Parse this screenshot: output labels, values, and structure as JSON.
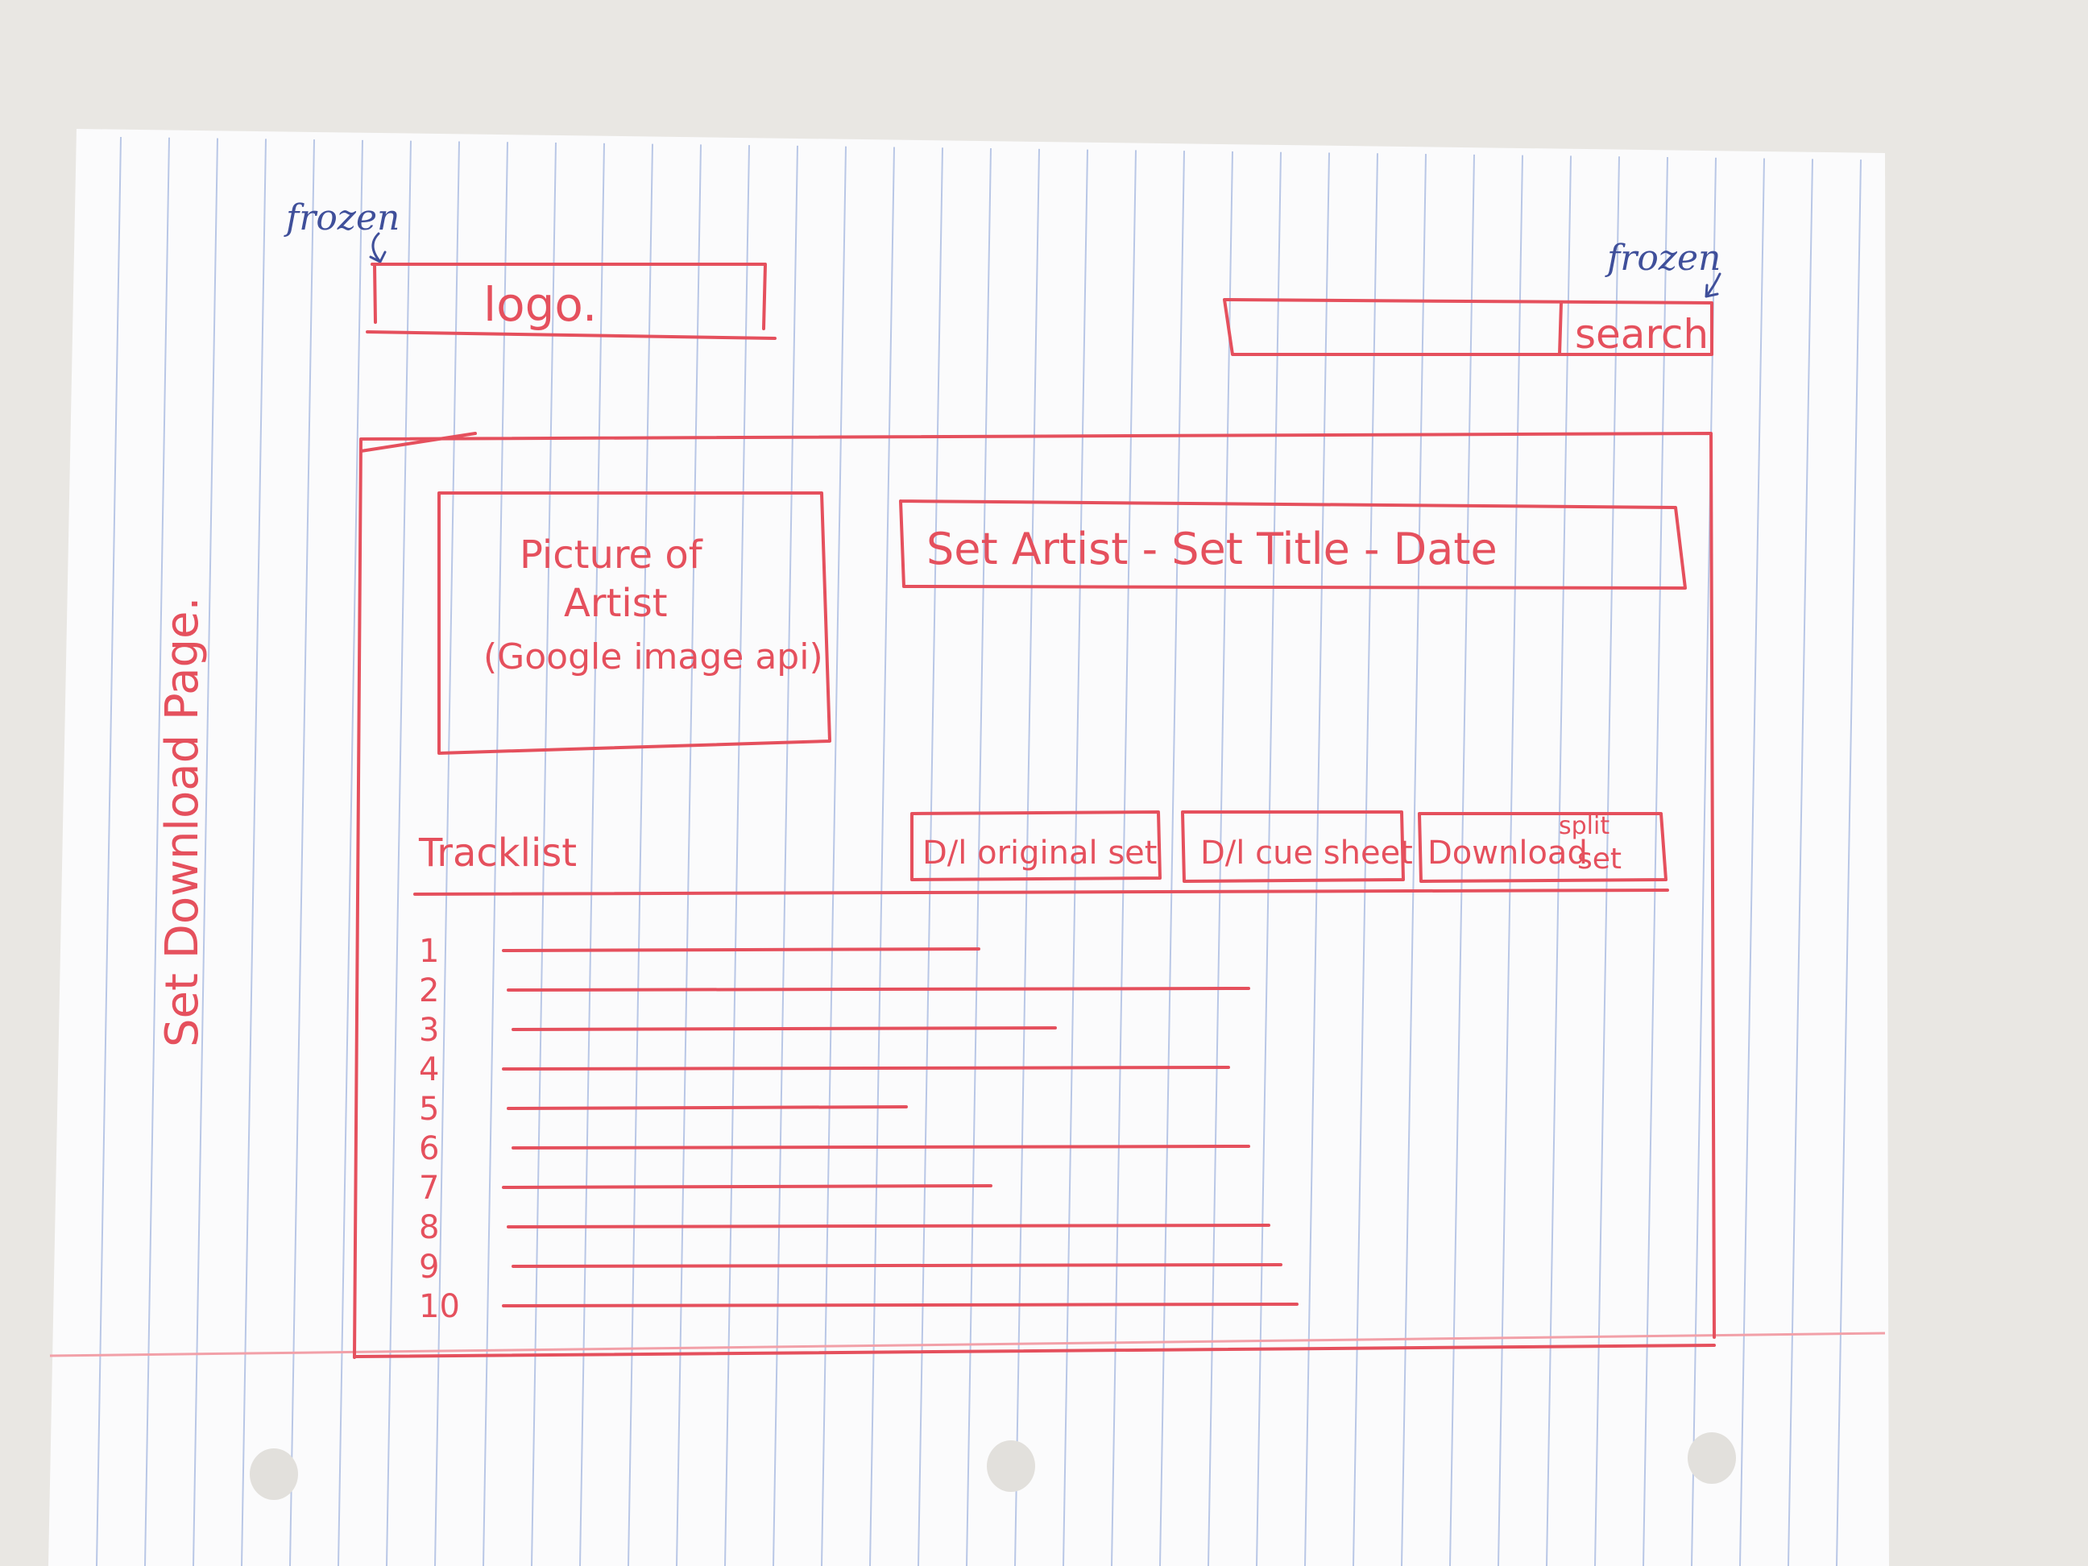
{
  "sidebar_label": "Set Download Page.",
  "annotations": {
    "logo_frozen": "frozen",
    "search_frozen": "frozen"
  },
  "header": {
    "logo_label": "logo.",
    "search_button_label": "search"
  },
  "content": {
    "artist_picture_line1": "Picture of",
    "artist_picture_line2": "Artist",
    "artist_picture_line3": "(Google image api)",
    "set_info": "Set Artist - Set Title - Date",
    "tracklist_label": "Tracklist",
    "buttons": {
      "original_set": "D/l original set",
      "cue_sheet": "D/l cue sheet",
      "split_set_main": "Download",
      "split_set_top": "split",
      "split_set_bottom": "set"
    },
    "track_numbers": [
      "1",
      "2",
      "3",
      "4",
      "5",
      "6",
      "7",
      "8",
      "9",
      "10"
    ]
  },
  "colors": {
    "red_ink": "#e5505d",
    "blue_ink": "#3f4f9a",
    "paper": "#fbfbfc",
    "rule_line": "#b9c7e6"
  }
}
